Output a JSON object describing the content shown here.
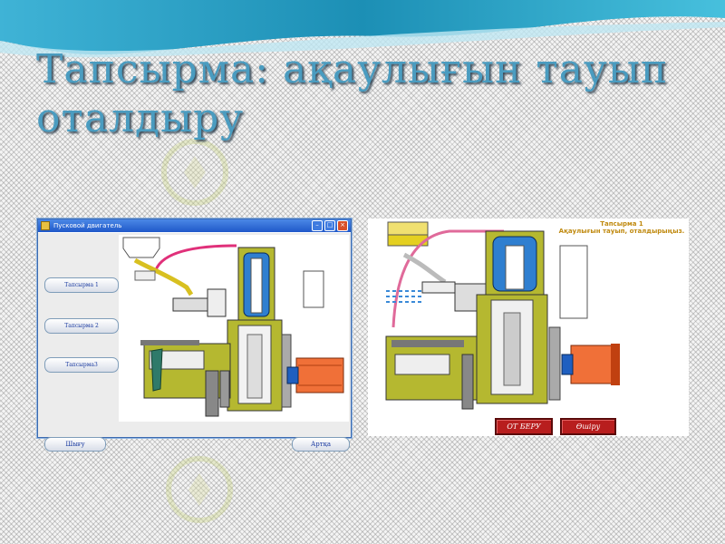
{
  "slide": {
    "title": "Тапсырма: ақаулығын тауып оталдыру"
  },
  "window": {
    "title": "Пусковой двигатель",
    "buttons": [
      {
        "label": "Тапсырма 1"
      },
      {
        "label": "Тапсырма 2"
      },
      {
        "label": "Тапсырма3"
      }
    ],
    "exit_label": "Шығу",
    "back_label": "Артқа"
  },
  "panel": {
    "heading_line1": "Тапсырма 1",
    "heading_line2": "Ақаулығын тауып, оталдырыңыз.",
    "start_label": "ОТ БЕРУ",
    "stop_label": "Өшіру"
  },
  "colors": {
    "title_text": "#4a9cc0",
    "wave_top": "#1c8fb5",
    "engine_body": "#b5b830",
    "water_jacket": "#2f7fd0",
    "starter_motor": "#f07038",
    "fuel_line": "#e0307a",
    "button_red": "#b81e1e"
  }
}
